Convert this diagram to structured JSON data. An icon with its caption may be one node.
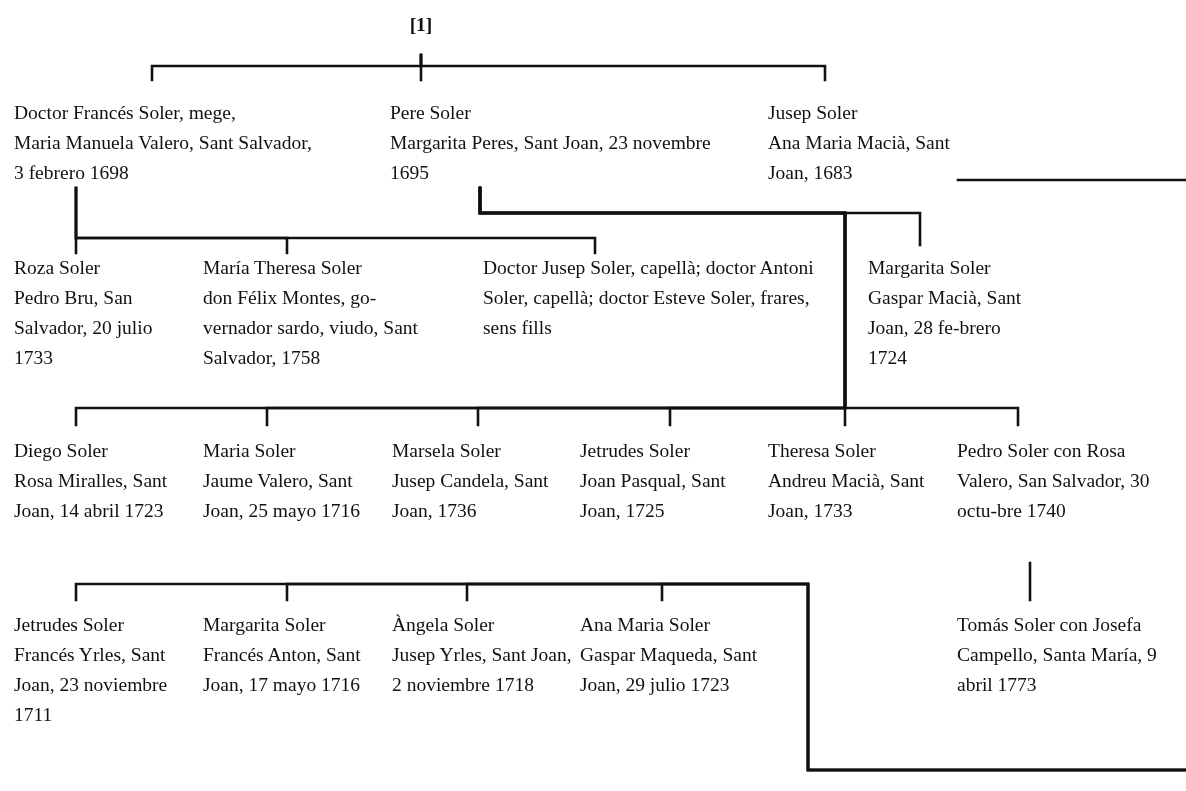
{
  "diagram": {
    "nodes": [
      {
        "text": [
          "[1]"
        ]
      },
      {
        "text": [
          "Doctor Francés Soler, mege,",
          "Maria Manuela Valero, Sant Salvador, 3 febrero 1698"
        ]
      },
      {
        "text": [
          "Pere Soler",
          "Margarita Peres, Sant Joan, 23 novembre 1695"
        ]
      },
      {
        "text": [
          "Jusep Soler",
          "Ana Maria Macià, Sant Joan, 1683"
        ]
      },
      {
        "text": [
          "Roza Soler",
          "Pedro Bru, San Salvador, 20 julio 1733"
        ]
      },
      {
        "text": [
          "María Theresa Soler",
          "don Félix Montes, go-vernador sardo, viudo, Sant Salvador, 1758"
        ]
      },
      {
        "text": [
          "Doctor Jusep Soler, capellà; doctor Antoni Soler, capellà; doctor Esteve Soler, frares, sens fills"
        ]
      },
      {
        "text": [
          "Margarita Soler",
          "Gaspar Macià, Sant Joan, 28 fe-brero 1724"
        ]
      },
      {
        "text": [
          "Diego Soler",
          "Rosa Miralles, Sant Joan, 14 abril 1723"
        ]
      },
      {
        "text": [
          "Maria Soler",
          "Jaume Valero, Sant Joan, 25 mayo 1716"
        ]
      },
      {
        "text": [
          "Marsela Soler",
          "Jusep Candela, Sant Joan, 1736"
        ]
      },
      {
        "text": [
          "Jetrudes Soler",
          "Joan Pasqual, Sant Joan, 1725"
        ]
      },
      {
        "text": [
          "Theresa Soler",
          "Andreu Macià, Sant Joan, 1733"
        ]
      },
      {
        "text": [
          "Pedro Soler con Rosa Valero, San Salvador, 30 octu-bre 1740"
        ]
      },
      {
        "text": [
          "Jetrudes Soler",
          "Francés Yrles, Sant Joan, 23 noviembre 1711"
        ]
      },
      {
        "text": [
          "Margarita Soler",
          "Francés Anton, Sant Joan, 17 mayo 1716"
        ]
      },
      {
        "text": [
          "Àngela Soler",
          "Jusep Yrles, Sant Joan, 2 noviembre 1718"
        ]
      },
      {
        "text": [
          "Ana Maria Soler",
          "Gaspar Maqueda, Sant Joan, 29 julio 1723"
        ]
      },
      {
        "text": [
          "Tomás Soler con Josefa Campello, Santa María, 9 abril 1773"
        ]
      }
    ],
    "edges": [
      {
        "from": 0,
        "to": 1,
        "arrow": "none"
      },
      {
        "from": 0,
        "to": 2,
        "arrow": "none"
      },
      {
        "from": 0,
        "to": 3,
        "arrow": "none"
      },
      {
        "from": 1,
        "to": 4,
        "arrow": "none"
      },
      {
        "from": 1,
        "to": 5,
        "arrow": "none"
      },
      {
        "from": 1,
        "to": 6,
        "arrow": "none"
      },
      {
        "from": 2,
        "to": 7,
        "arrow": "none"
      },
      {
        "from": 2,
        "to": 8,
        "arrow": "none"
      },
      {
        "from": 2,
        "to": 9,
        "arrow": "none"
      },
      {
        "from": 2,
        "to": 10,
        "arrow": "none"
      },
      {
        "from": 2,
        "to": 11,
        "arrow": "none"
      },
      {
        "from": 2,
        "to": 12,
        "arrow": "none"
      },
      {
        "from": 2,
        "to": 13,
        "arrow": "none"
      },
      {
        "from": 3,
        "to": null,
        "arrow": "none"
      },
      {
        "from": 13,
        "to": 18,
        "arrow": "none"
      },
      {
        "from": null,
        "to": 14,
        "arrow": "none"
      },
      {
        "from": null,
        "to": 15,
        "arrow": "none"
      },
      {
        "from": null,
        "to": 16,
        "arrow": "none"
      },
      {
        "from": null,
        "to": 17,
        "arrow": "none"
      }
    ]
  }
}
